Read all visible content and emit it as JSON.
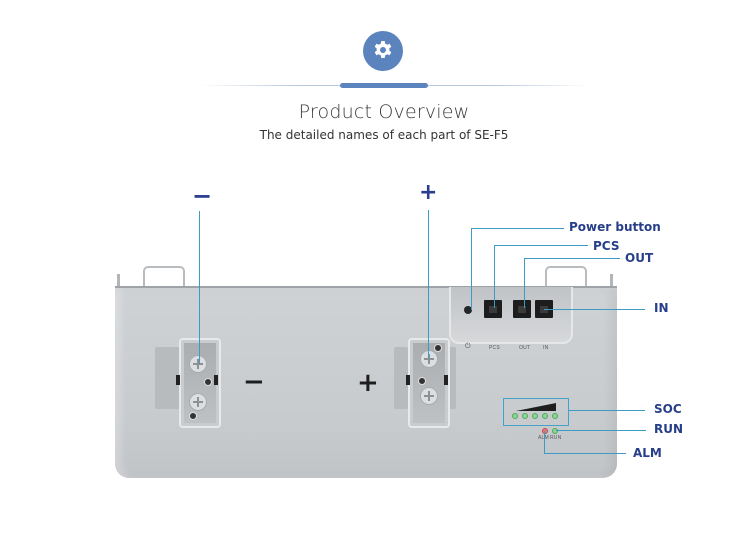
{
  "header": {
    "icon": "gear-icon",
    "title": "Product Overview",
    "subtitle": "The detailed names of each part of SE-F5"
  },
  "callouts": {
    "negative": "−",
    "positive": "+",
    "power_button": "Power button",
    "pcs": "PCS",
    "out": "OUT",
    "in": "IN",
    "soc": "SOC",
    "run": "RUN",
    "alm": "ALM"
  },
  "device": {
    "model": "SE-F5",
    "neg_sign": "−",
    "pos_sign": "+",
    "port_labels": {
      "power": "⏻",
      "pcs": "PCS",
      "out": "OUT",
      "in": "IN"
    },
    "led_labels": {
      "alm": "ALM",
      "run": "RUN"
    },
    "soc_led_count": 5
  },
  "colors": {
    "accent": "#5b84bf",
    "callout_line": "#3d9cc6",
    "label_text": "#273e8a",
    "battery_body": "#c8cbce"
  }
}
